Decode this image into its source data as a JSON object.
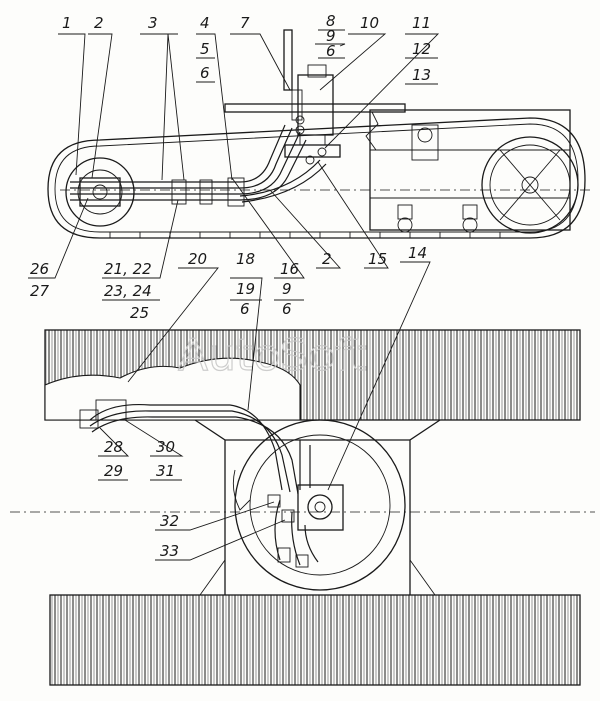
{
  "watermark": "AutoSoft",
  "callouts": {
    "c1": "1",
    "c2": "2",
    "c3": "3",
    "c4": "4",
    "c5": "5",
    "c6a": "6",
    "c7": "7",
    "c8": "8",
    "c9a": "9",
    "c6b": "6",
    "c10": "10",
    "c11": "11",
    "c12": "12",
    "c13": "13",
    "c26": "26",
    "c27": "27",
    "c2122": "21, 22",
    "c2324": "23, 24",
    "c25": "25",
    "c20": "20",
    "c18": "18",
    "c19": "19",
    "c6c": "6",
    "c16": "16",
    "c9b": "9",
    "c6d": "6",
    "c2b": "2",
    "c15": "15",
    "c14": "14",
    "c28": "28",
    "c29": "29",
    "c30": "30",
    "c31": "31",
    "c32": "32",
    "c33": "33"
  }
}
